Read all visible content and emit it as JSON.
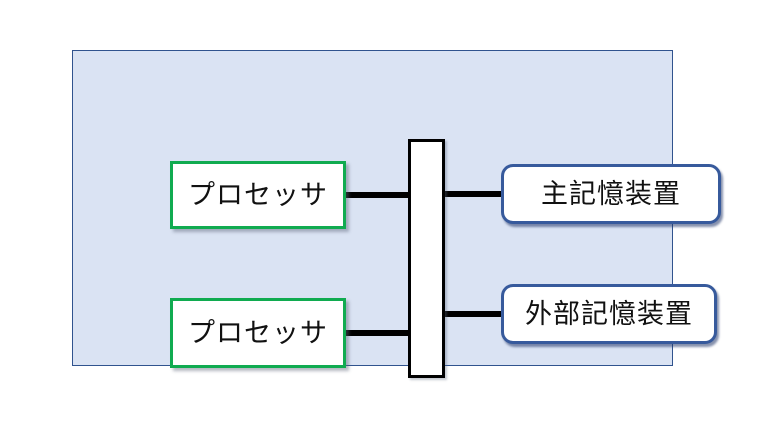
{
  "colors": {
    "canvas_bg": "#dae3f3",
    "canvas_border": "#30538e",
    "processor_border": "#10ab50",
    "memory_border": "#375a9c",
    "bus_border": "#000000",
    "line": "#000000",
    "node_bg": "#ffffff",
    "text": "#111111"
  },
  "diagram": {
    "nodes": [
      {
        "id": "processor-1",
        "label": "プロセッサ"
      },
      {
        "id": "processor-2",
        "label": "プロセッサ"
      },
      {
        "id": "bus",
        "label": ""
      },
      {
        "id": "main-memory",
        "label": "主記憶装置"
      },
      {
        "id": "external-storage",
        "label": "外部記憶装置"
      }
    ]
  }
}
